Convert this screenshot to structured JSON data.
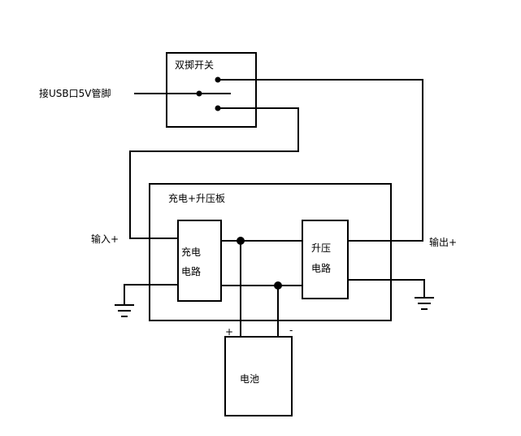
{
  "diagram": {
    "switch_label": "双掷开关",
    "usb_label": "接USB口5V管脚",
    "board_label": "充电+升压板",
    "charge_label_1": "充电",
    "charge_label_2": "电路",
    "boost_label_1": "升压",
    "boost_label_2": "电路",
    "input_label": "输入+",
    "output_label": "输出+",
    "battery_label": "电池",
    "plus_sign": "+",
    "minus_sign": "-"
  }
}
